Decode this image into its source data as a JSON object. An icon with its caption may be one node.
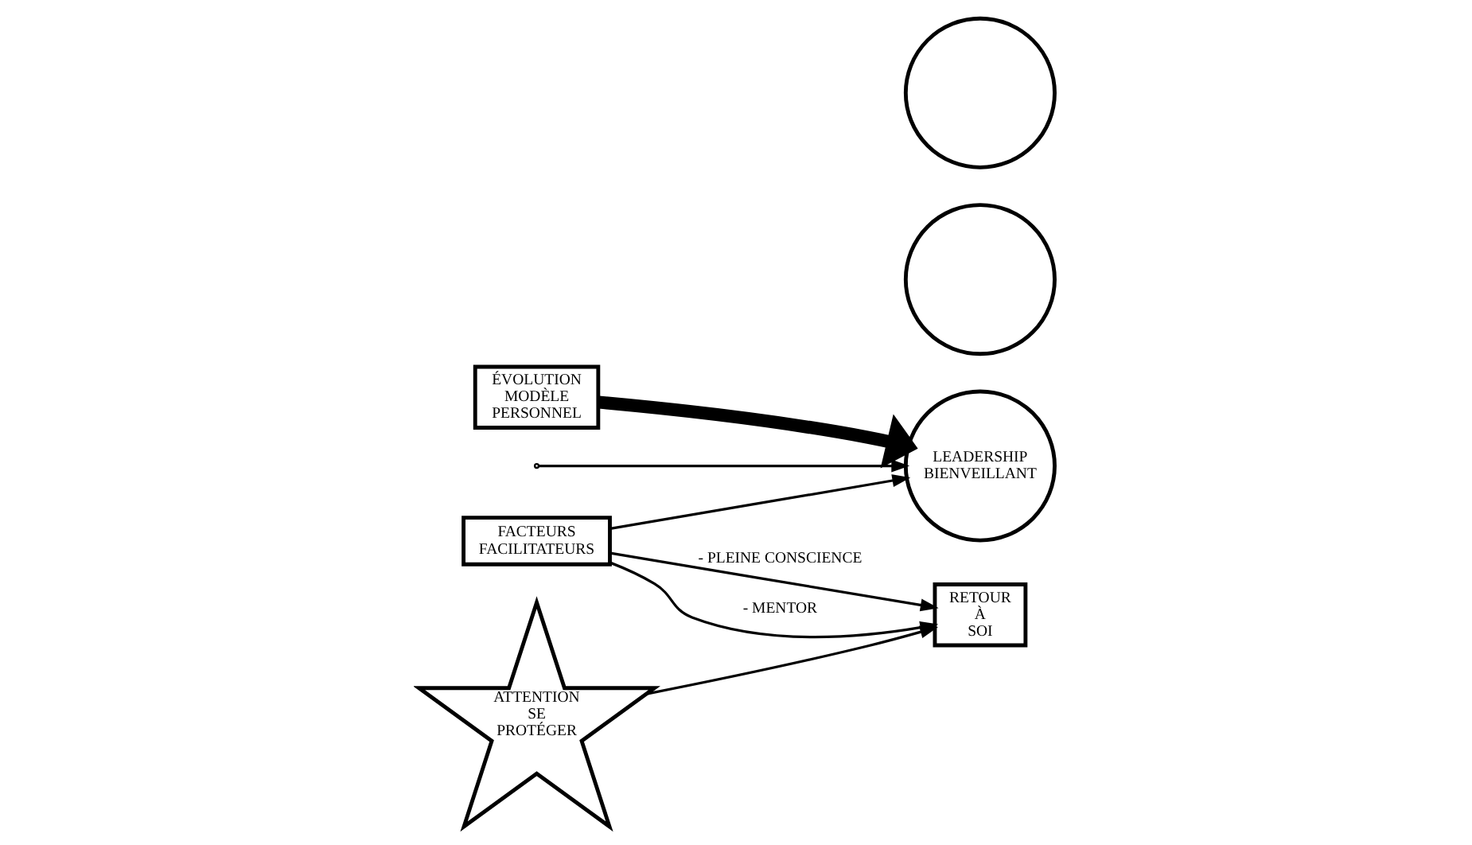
{
  "diagram": {
    "nodes": [
      {
        "text": [
          "ÉVOLUTION MODÈLE PERSONNEL"
        ]
      },
      {
        "text": [
          "LEADERSHIP BIENVEILLANT"
        ]
      },
      {
        "text": [],
        "shape": "circle"
      },
      {
        "text": [],
        "shape": "circle"
      },
      {
        "text": [
          "ATTENTION SE PROTÉGER"
        ]
      },
      {
        "text": [
          "FACTEURS FACILITATEURS"
        ]
      },
      {
        "text": [
          "RETOUR À SOI"
        ]
      }
    ],
    "edges": [
      {
        "from": null,
        "to": 1,
        "arrow": "to"
      },
      {
        "from": 0,
        "to": 1,
        "arrow": "to",
        "style": "thick"
      },
      {
        "from": 5,
        "to": 1,
        "arrow": "to"
      },
      {
        "from": 4,
        "to": 6,
        "arrow": "to"
      },
      {
        "from": 5,
        "to": 6,
        "arrow": "to",
        "label": "- MENTOR"
      },
      {
        "from": 5,
        "to": 6,
        "arrow": "to",
        "label": "- PLEINE CONSCIENCE"
      }
    ]
  }
}
